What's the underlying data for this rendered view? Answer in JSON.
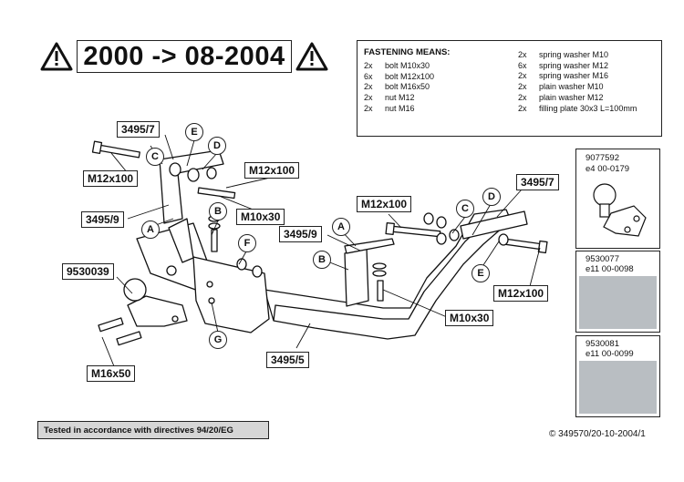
{
  "header": {
    "year_range": "2000 -> 08-2004"
  },
  "fastening": {
    "title": "FASTENING MEANS:",
    "left": [
      {
        "qty": "2x",
        "item": "bolt M10x30"
      },
      {
        "qty": "6x",
        "item": "bolt M12x100"
      },
      {
        "qty": "2x",
        "item": "bolt M16x50"
      },
      {
        "qty": "2x",
        "item": "nut M12"
      },
      {
        "qty": "2x",
        "item": "nut M16"
      }
    ],
    "right": [
      {
        "qty": "2x",
        "item": "spring washer M10"
      },
      {
        "qty": "6x",
        "item": "spring washer M12"
      },
      {
        "qty": "2x",
        "item": "spring washer M16"
      },
      {
        "qty": "2x",
        "item": "plain washer M10"
      },
      {
        "qty": "2x",
        "item": "plain washer M12"
      },
      {
        "qty": "2x",
        "item": "filling plate 30x3 L=100mm"
      }
    ]
  },
  "labels": {
    "p3495_7_left": "3495/7",
    "m12x100_left": "M12x100",
    "m12x100_mid": "M12x100",
    "m10x30_left": "M10x30",
    "p3495_9_left": "3495/9",
    "p3495_9_right": "3495/9",
    "p9530039": "9530039",
    "m16x50": "M16x50",
    "p3495_5": "3495/5",
    "m12x100_top_right": "M12x100",
    "m10x30_right": "M10x30",
    "p3495_7_right": "3495/7",
    "m12x100_right": "M12x100"
  },
  "callouts": {
    "e1": "E",
    "d1": "D",
    "c1": "C",
    "b1": "B",
    "a1": "A",
    "f": "F",
    "g": "G",
    "a2": "A",
    "b2": "B",
    "c2": "C",
    "d2": "D",
    "e2": "E"
  },
  "footer": {
    "tested": "Tested in accordance with directives 94/20/EG",
    "copyright": "© 349570/20-10-2004/1"
  },
  "side_panels": [
    {
      "code": "9077592",
      "approval": "e4 00-0179"
    },
    {
      "code": "9530077",
      "approval": "e11 00-0098"
    },
    {
      "code": "9530081",
      "approval": "e11 00-0099"
    }
  ]
}
